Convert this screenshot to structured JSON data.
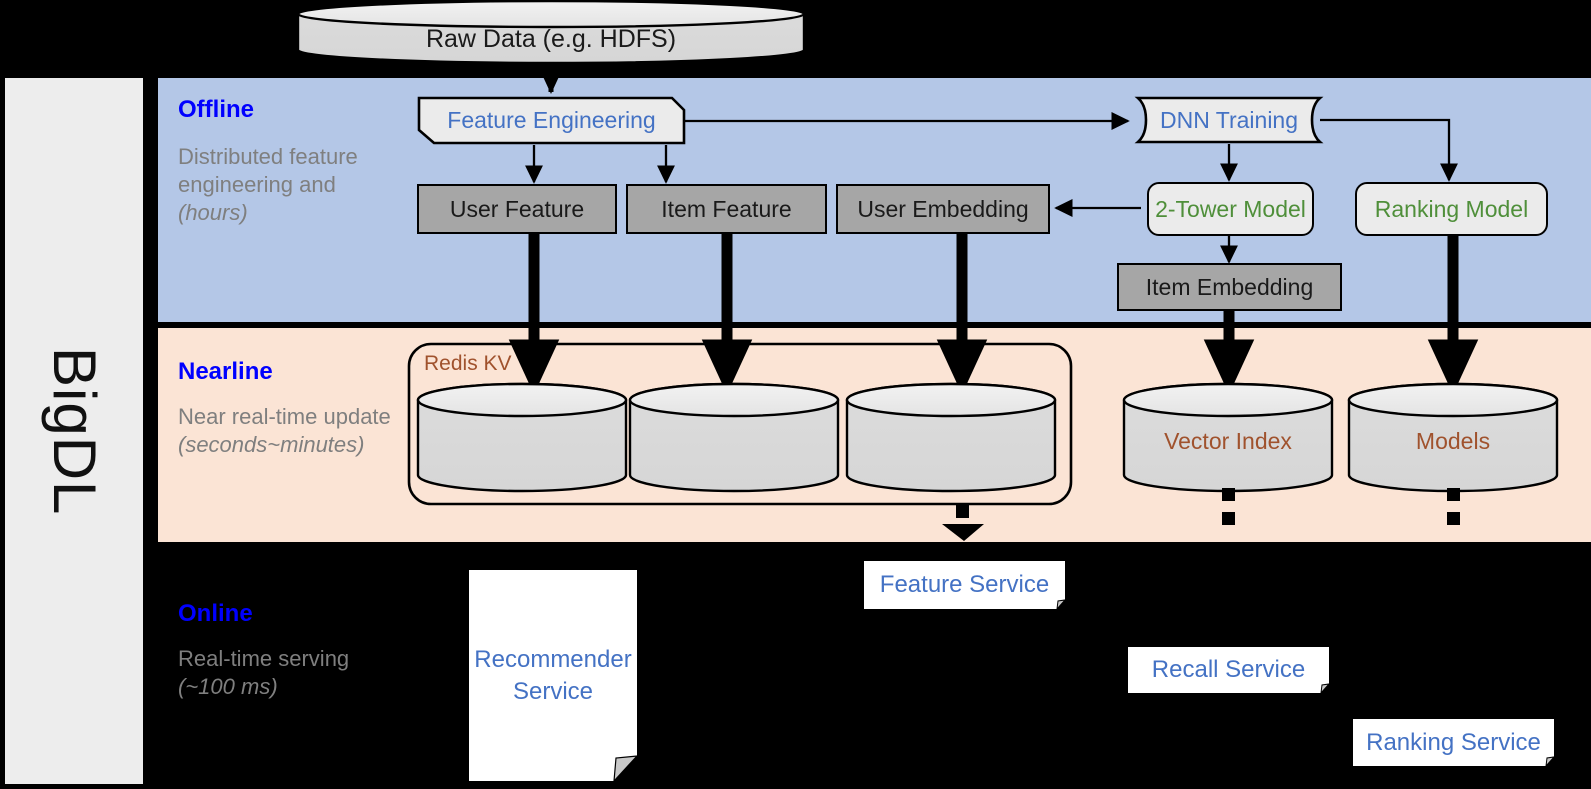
{
  "framework": {
    "name": "BigDL"
  },
  "source": {
    "label": "Raw Data (e.g. HDFS)"
  },
  "bands": [
    {
      "id": "offline",
      "title": "Offline",
      "subtitle": "Distributed feature engineering and ",
      "subtitle_italic": "(hours)",
      "color": "#b4c7e7"
    },
    {
      "id": "nearline",
      "title": "Nearline",
      "subtitle": "Near real-time update ",
      "subtitle_italic": "(seconds~minutes)",
      "color": "#fbe4d5"
    },
    {
      "id": "online",
      "title": "Online",
      "subtitle": "Real-time serving ",
      "subtitle_italic": "(~100 ms)",
      "color": "#000000"
    }
  ],
  "offline": {
    "feature_engineering": "Feature Engineering",
    "dnn_training": "DNN Training",
    "user_feature": "User Feature",
    "item_feature": "Item Feature",
    "user_embedding": "User Embedding",
    "two_tower_model": "2-Tower Model",
    "ranking_model": "Ranking Model",
    "item_embedding": "Item Embedding"
  },
  "nearline": {
    "redis_label": "Redis KV",
    "stores": [
      "",
      "",
      ""
    ],
    "vector_index": "Vector Index",
    "models": "Models"
  },
  "online": {
    "recommender_service": "Recommender Service",
    "feature_service": "Feature Service",
    "recall_service": "Recall Service",
    "ranking_service": "Ranking Service"
  },
  "colors": {
    "offline_band": "#b4c7e7",
    "nearline_band": "#fbe4d5",
    "online_band": "#000000",
    "band_title": "#0000ff",
    "band_subtitle": "#7f7f7f",
    "process_text": "#4472c4",
    "model_text": "#4f8f3a",
    "store_text": "#a0522d",
    "data_box_fill": "#a6a6a6",
    "rail_fill": "#ededed"
  }
}
